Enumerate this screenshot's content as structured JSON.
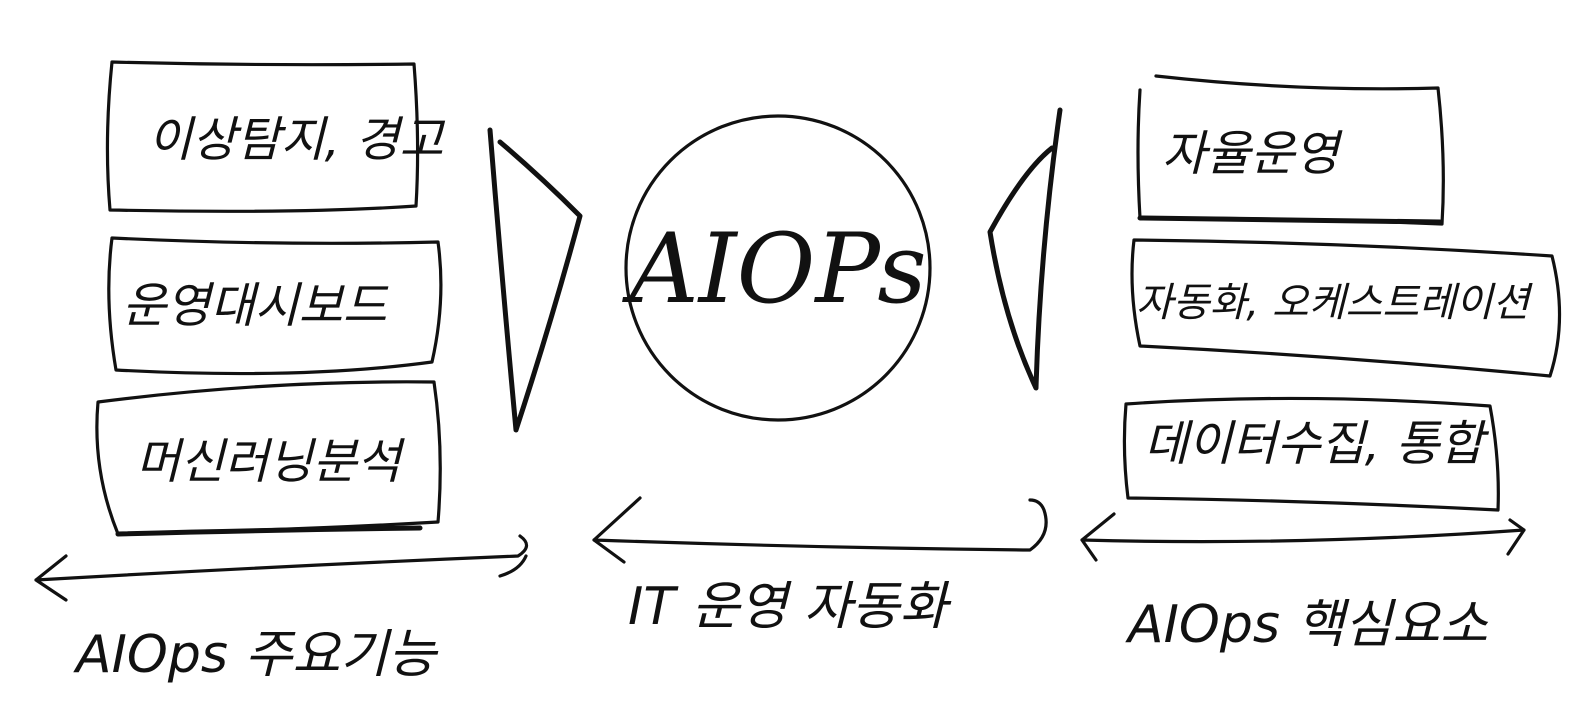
{
  "center": {
    "label": "AIOPs"
  },
  "left_group": {
    "boxes": [
      {
        "label": "이상탐지, 경고"
      },
      {
        "label": "운영대시보드"
      },
      {
        "label": "머신러닝분석"
      }
    ],
    "caption": "AIOps 주요기능"
  },
  "right_group": {
    "boxes": [
      {
        "label": "자율운영"
      },
      {
        "label": "자동화, 오케스트레이션"
      },
      {
        "label": "데이터수집, 통합"
      }
    ],
    "caption": "AIOps 핵심요소"
  },
  "middle_caption": "IT 운영 자동화"
}
